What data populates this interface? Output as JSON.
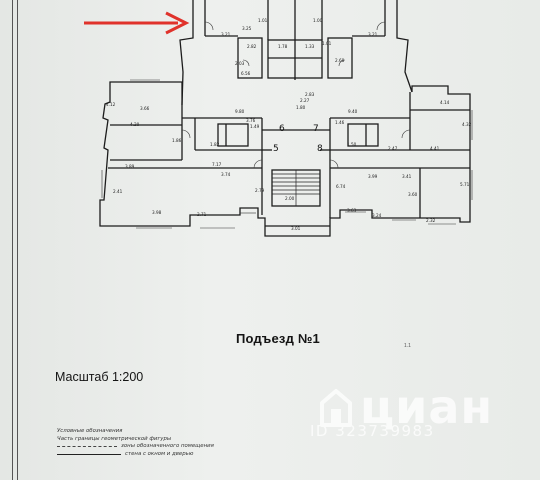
{
  "plan": {
    "corner_numbers": [
      "6",
      "7",
      "5",
      "8"
    ],
    "dimensions": [
      "3.21",
      "2.82",
      "1.01",
      "1.00",
      "3.21",
      "2.03",
      "1.01",
      "3.25",
      "1.78",
      "1.33",
      "2.68",
      "6.56",
      "9.80",
      "9.40",
      "2.83",
      "3.76",
      "1.49",
      "1.46",
      "4.20",
      "1.86",
      "2.41",
      "3.89",
      "3.66",
      "7.17",
      "2.47",
      "4.41",
      "3.74",
      "3.99",
      "2.79",
      "6.74",
      "3.60",
      "4.32",
      "3.41",
      "2.71",
      "3.98",
      "3.01",
      "3.63",
      "2.32",
      "3.24",
      "1.82",
      "4.12",
      "5.71",
      "1.50",
      "1.80",
      "2.27",
      "4.14",
      "2.00"
    ]
  },
  "text": {
    "entrance": "Подъезд №1",
    "scale": "Масштаб 1:200",
    "legend_title": "Условные обозначения",
    "legend_row1": "Часть границы геометрической фигуры",
    "legend_row2": "зоны обозначенного помещения",
    "legend_row3": "стена с окном и дверью",
    "pencil_note": "1.1"
  },
  "watermark": {
    "brand": "циан",
    "id": "ID 323739983"
  },
  "colors": {
    "arrow": "#e0322b",
    "ink": "#1a1a1a",
    "watermark": "#ffffff"
  },
  "icons": {
    "arrow": "red-arrow-icon",
    "logo": "cian-house-icon"
  }
}
